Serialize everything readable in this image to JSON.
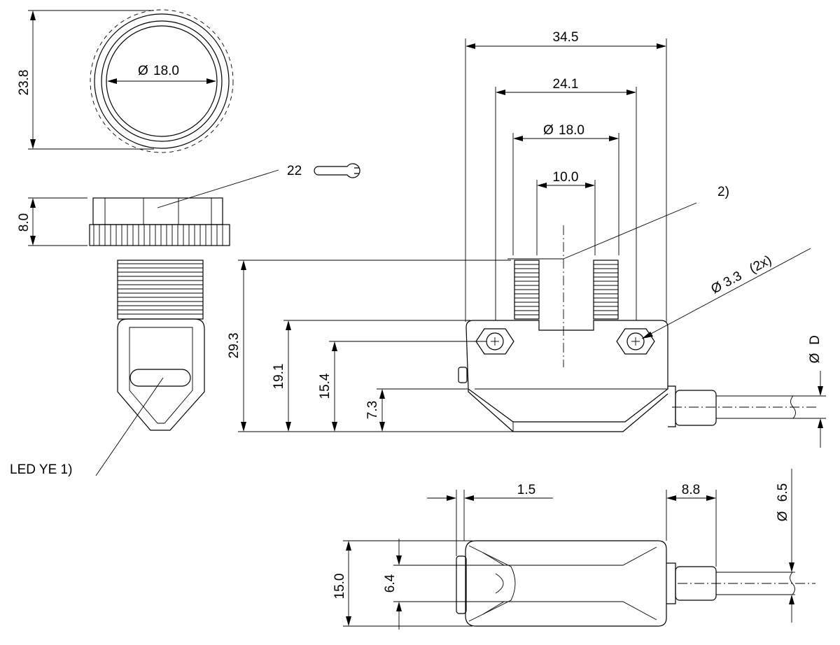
{
  "dimensions": {
    "width_34_5": "34.5",
    "width_24_1": "24.1",
    "dia_18_side": "18.0",
    "width_10_0": "10.0",
    "height_29_3": "29.3",
    "height_19_1": "19.1",
    "height_15_4": "15.4",
    "height_7_3": "7.3",
    "height_23_8": "23.8",
    "dia_18_top": "18.0",
    "height_8_0": "8.0",
    "hole": "3.3",
    "hole_count": "(2x)",
    "cable_dia": "D",
    "dim_1_5": "1.5",
    "dim_8_8": "8.8",
    "cable_6_5": "6.5",
    "height_15_0": "15.0",
    "height_6_4": "6.4"
  },
  "symbols": {
    "diameter": "Ø"
  },
  "labels": {
    "wrench_size": "22",
    "note_2": "2)",
    "led": "LED YE 1)"
  }
}
